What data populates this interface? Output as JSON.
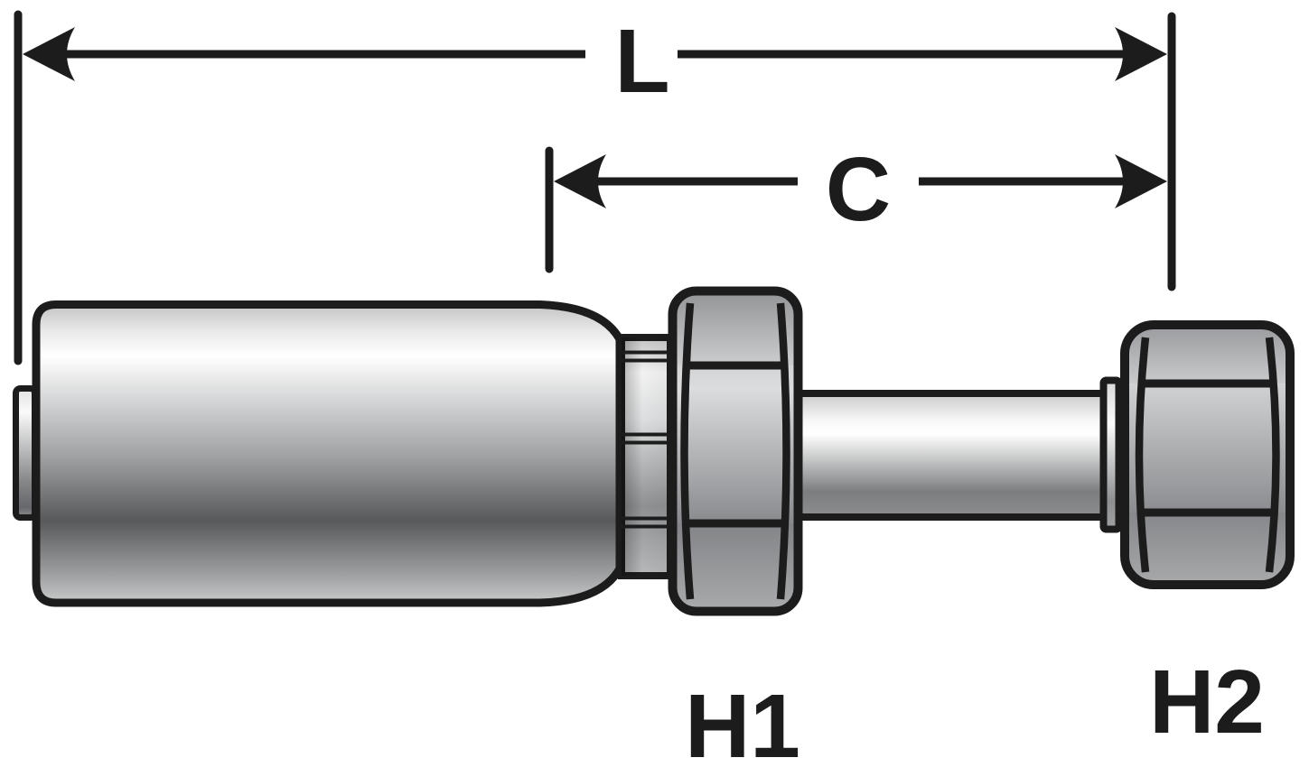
{
  "diagram": {
    "type": "technical-drawing",
    "dimension_lines": [
      {
        "id": "L",
        "label": "L"
      },
      {
        "id": "C",
        "label": "C"
      }
    ],
    "part_labels": [
      {
        "id": "H1",
        "label": "H1"
      },
      {
        "id": "H2",
        "label": "H2"
      }
    ],
    "colors": {
      "line": "#1c1c1c",
      "background": "#ffffff",
      "metal_highlight": "#ffffff",
      "metal_mid": "#a2a4a6",
      "metal_dark": "#58595b"
    }
  }
}
